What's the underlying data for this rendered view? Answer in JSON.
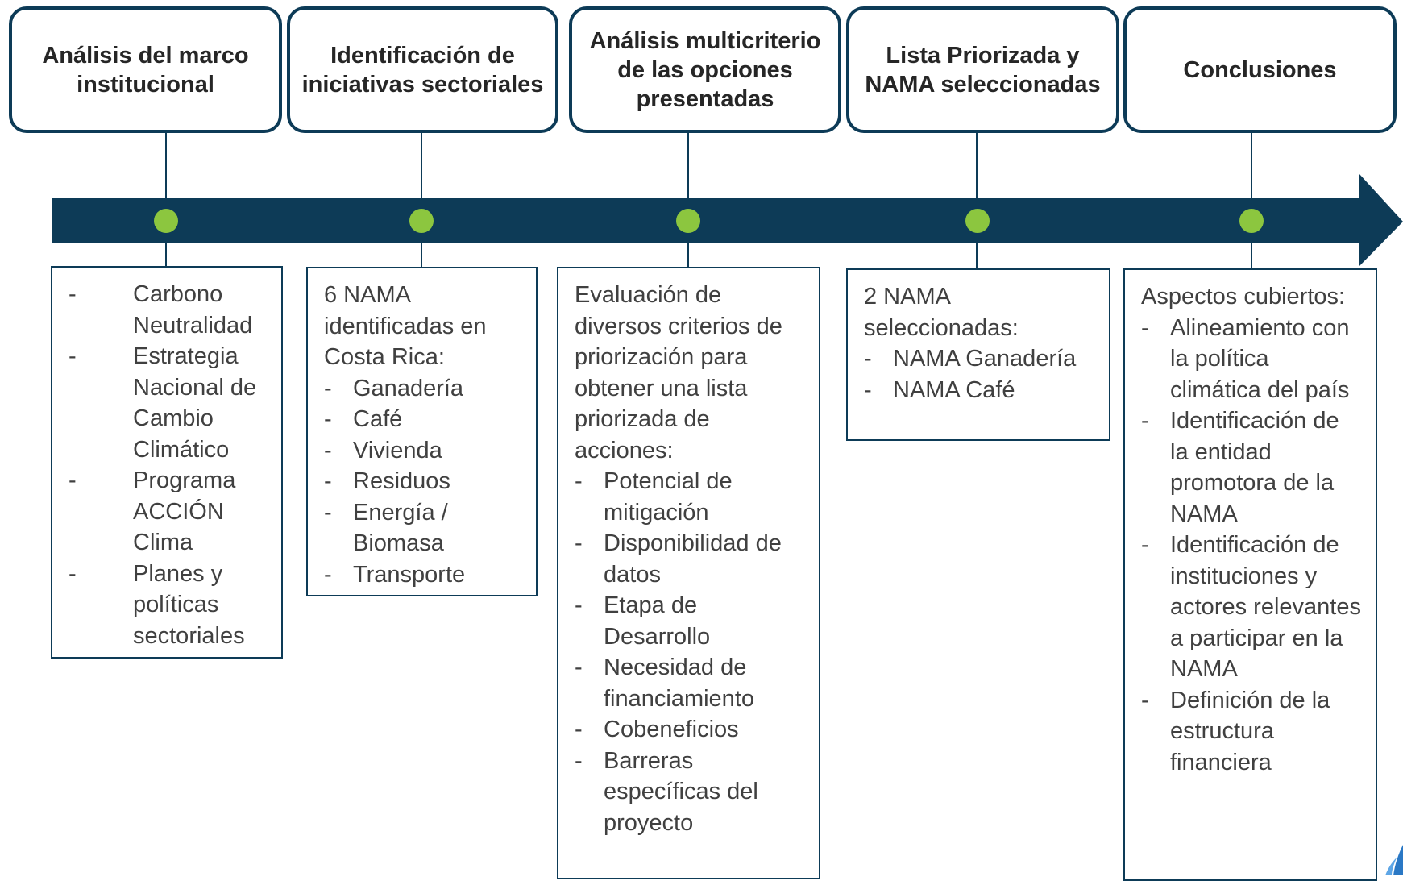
{
  "colors": {
    "arrow": "#0d3b57",
    "dot": "#8cc63f",
    "text": "#404040",
    "heading": "#262626"
  },
  "stages": [
    {
      "title": "Análisis del marco institucional",
      "intro": "",
      "items": [
        "Carbono Neutralidad",
        "Estrategia Nacional de Cambio Climático",
        "Programa ACCIÓN Clima",
        "Planes y políticas sectoriales"
      ]
    },
    {
      "title": "Identificación de iniciativas sectoriales",
      "intro": "6 NAMA identificadas en Costa Rica:",
      "items": [
        "Ganadería",
        "Café",
        "Vivienda",
        "Residuos",
        "Energía / Biomasa",
        "Transporte"
      ]
    },
    {
      "title": "Análisis multicriterio de las opciones presentadas",
      "intro": "Evaluación de diversos criterios de priorización para obtener una lista priorizada de acciones:",
      "items": [
        "Potencial de mitigación",
        "Disponibilidad de datos",
        "Etapa de Desarrollo",
        "Necesidad de financiamiento",
        "Cobeneficios",
        "Barreras específicas del proyecto"
      ]
    },
    {
      "title": "Lista Priorizada y NAMA seleccionadas",
      "intro": "2 NAMA seleccionadas:",
      "items": [
        "NAMA Ganadería",
        "NAMA Café"
      ]
    },
    {
      "title": "Conclusiones",
      "intro": "Aspectos cubiertos:",
      "items": [
        "Alineamiento con la política climática del país",
        "Identificación de la entidad promotora de la NAMA",
        "Identificación de instituciones y actores relevantes a participar en la NAMA",
        "Definición de la estructura financiera"
      ]
    }
  ],
  "bullet": "-"
}
